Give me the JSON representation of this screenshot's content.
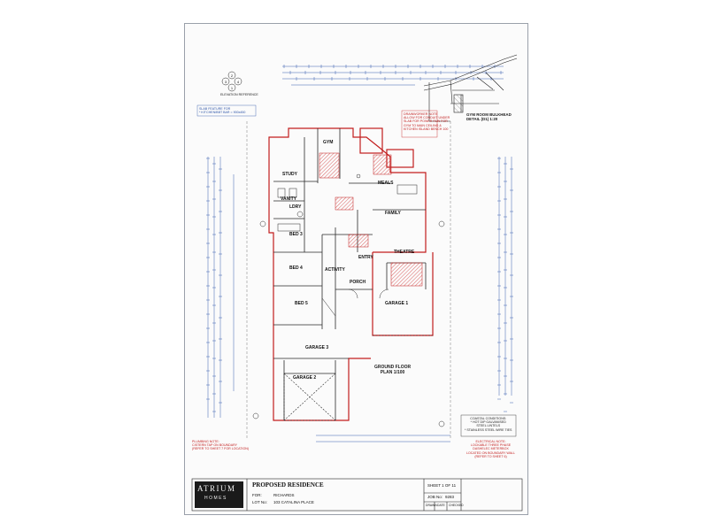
{
  "orientation": {
    "labels": [
      "2",
      "3",
      "4",
      "1"
    ],
    "caption": "ELEVATION REFERENCE"
  },
  "notes": {
    "slab": "SLAB FEATURE FOR\n* KITCHEN/BBT BAR = 900x450",
    "gym_bulkhead": "GYM ROOM BULKHEAD\nDETAIL (D1) 1:20",
    "drainworker": "DRAINWORKER NOTE\nALLOW FOR CONDUIT UNDER\nSLAB FOR POWER RUN FOR\nGYM TO MAIN CEILING &\nKITCHEN ISLAND BENCH 100",
    "plumbing": "PLUMBING NOTE:\nCISTERN TAP ON BOUNDARY\n(REFER TO SHEET 7 FOR LOCATION)",
    "coastal": "COASTAL CONDITIONS:\n* HOT DIP GALVANISED\nSTEEL LINTELS\n* STAINLESS STEEL WIRE TIES",
    "electrical": "ELECTRICAL NOTE:\nLOCKABLE THREE PHASE\nDASHELEC METERBOX\nLOCATED ON BOUNDARY WALL\n(REFER TO SHEET 6)"
  },
  "rooms": {
    "gym": "GYM",
    "study": "STUDY",
    "ldry": "LDRY",
    "meals": "MEALS",
    "family": "FAMILY",
    "vanity": "VANITY",
    "bed3": "BED 3",
    "bed4": "BED 4",
    "bed5": "BED 5",
    "activity": "ACTIVITY",
    "porch": "PORCH",
    "entry": "ENTRY",
    "theatre": "THEATRE",
    "garage1": "GARAGE 1",
    "garage2": "GARAGE 2",
    "garage3": "GARAGE 3"
  },
  "plan_title": "GROUND FLOOR\nPLAN 1/100",
  "company": {
    "name": "ATRIUM",
    "tagline": "HOMES"
  },
  "title_block": {
    "heading": "PROPOSED RESIDENCE",
    "for_label": "FOR:",
    "for_value": "RICHARDS",
    "lot_label": "LOT No:",
    "lot_value": "103 CATALINA PLACE",
    "sheet_label": "SHEET 1 OF 11",
    "job_label": "JOB No:",
    "job_value": "9283",
    "drawn_label": "DRAWN",
    "date_label": "DATE",
    "checked_label": "CHECKED"
  },
  "colors": {
    "line": "#2a2a2a",
    "dim": "#3a5fb0",
    "red": "#c21d1d",
    "hatch": "#d23b3b"
  }
}
